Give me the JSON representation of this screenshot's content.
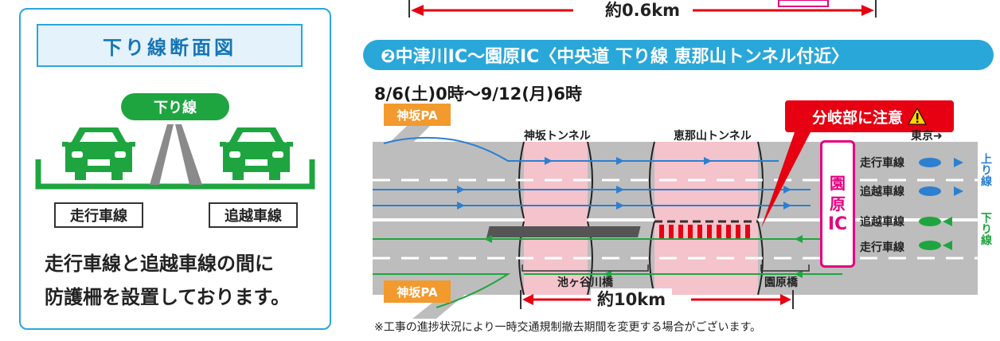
{
  "left_panel": {
    "title": "下り線断面図",
    "direction_label": "下り線",
    "lane_left": "走行車線",
    "lane_right": "追越車線",
    "notice_line1": "走行車線と追越車線の間に",
    "notice_line2": "防護柵を設置しております。"
  },
  "top_distance": "約0.6km",
  "section": {
    "title": "❷中津川IC～園原IC〈中央道 下り線 恵那山トンネル付近〉",
    "schedule": "8/6(土)0時～9/12(月)6時",
    "warning": "分岐部に注意",
    "warning_icon": "warning-triangle-icon",
    "pa_top": "神坂PA",
    "pa_bottom": "神坂PA",
    "tunnel1": "神坂トンネル",
    "tunnel2": "恵那山トンネル",
    "direction_tokyo": "東京➜",
    "ic_chars": [
      "園",
      "原",
      "IC"
    ],
    "lanes": [
      "走行車線",
      "追越車線",
      "追越車線",
      "走行車線"
    ],
    "up_line": "上り線",
    "down_line": "下り線",
    "bridge1": "池ヶ谷川橋",
    "bridge2": "園原橋",
    "distance": "約10km",
    "footnote": "※工事の進捗状況により一時交通規制撤去期間を変更する場合がございます。"
  },
  "colors": {
    "accent_blue": "#2aa7d9",
    "green": "#1fa540",
    "orange": "#f29a2e",
    "red": "#e60012",
    "magenta": "#e4007f",
    "road_gray": "#b9b9b9"
  }
}
